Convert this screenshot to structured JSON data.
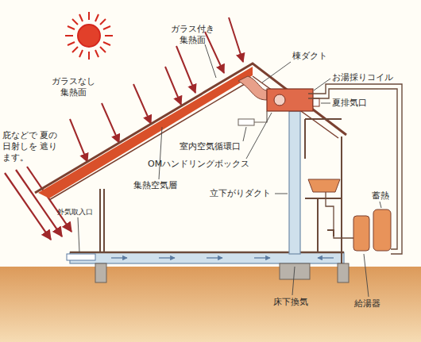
{
  "diagram": {
    "labels": [
      "ガラス付き 集熱面",
      "棟ダクト",
      "お湯採りコイル",
      "ガラスなし 集熱面",
      "夏排気口",
      "室内空気循環口",
      "OMハンドリングボックス",
      "庇などで 夏の日射しを 遮ります。",
      "集熱空気層",
      "立下がりダクト",
      "外気取入口",
      "蓄熱",
      "床下換気",
      "給湯器"
    ]
  }
}
